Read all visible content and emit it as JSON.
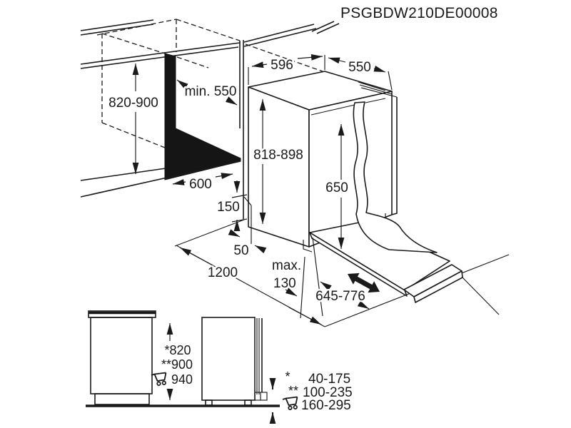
{
  "title": "PSGBDW210DE00008",
  "main_view": {
    "niche_height": "820-900",
    "niche_depth": "min. 550",
    "niche_width": "600",
    "appliance_width": "596",
    "appliance_depth": "550",
    "appliance_height": "818-898",
    "door_panel_height": "650",
    "plinth_height": "150",
    "front_gap": "50",
    "front_clearance": "1200",
    "max_label": "max.",
    "max_value": "130",
    "panel_slide_range": "645-776"
  },
  "side_view": {
    "height_options": [
      "*820",
      "**900",
      "940"
    ]
  },
  "legend": {
    "rows": [
      {
        "symbol": "*",
        "value": "40-175"
      },
      {
        "symbol": "**",
        "value": "100-235"
      },
      {
        "symbol": "shopping-cart-icon",
        "value": "160-295"
      }
    ]
  },
  "colors": {
    "line": "#1a1a1a",
    "background": "#ffffff"
  }
}
